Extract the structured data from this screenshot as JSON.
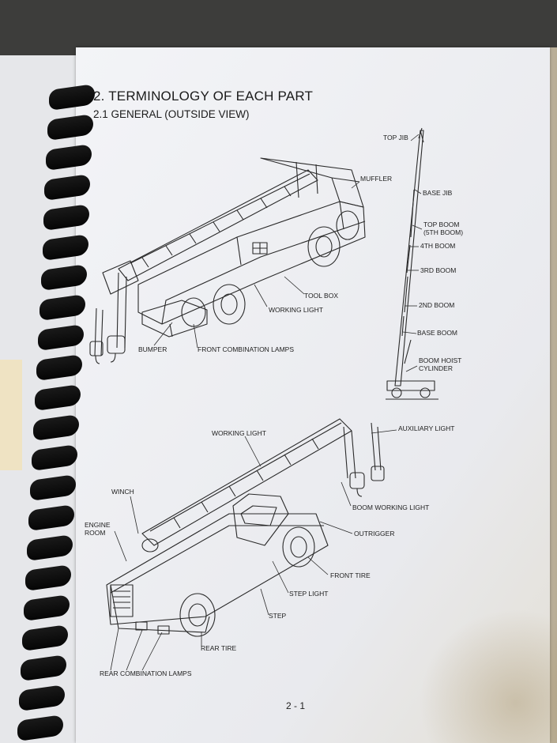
{
  "document": {
    "heading": "2. TERMINOLOGY OF EACH PART",
    "subheading": "2.1 GENERAL (OUTSIDE VIEW)",
    "page_number": "2 - 1"
  },
  "figure_top": {
    "labels": {
      "muffler": "MUFFLER",
      "tool_box": "TOOL BOX",
      "working_light": "WORKING LIGHT",
      "bumper": "BUMPER",
      "front_combination_lamps": "FRONT COMBINATION LAMPS"
    }
  },
  "figure_boom": {
    "labels": {
      "top_jib": "TOP JIB",
      "base_jib": "BASE JIB",
      "top_boom_line1": "TOP BOOM",
      "top_boom_line2": "(5TH BOOM)",
      "boom_4th": "4TH BOOM",
      "boom_3rd": "3RD BOOM",
      "boom_2nd": "2ND BOOM",
      "base_boom": "BASE BOOM",
      "boom_hoist_line1": "BOOM HOIST",
      "boom_hoist_line2": "CYLINDER"
    }
  },
  "figure_bottom": {
    "labels": {
      "working_light": "WORKING LIGHT",
      "auxiliary_light": "AUXILIARY LIGHT",
      "winch": "WINCH",
      "engine_room_line1": "ENGINE",
      "engine_room_line2": "ROOM",
      "boom_working_light": "BOOM WORKING LIGHT",
      "outrigger": "OUTRIGGER",
      "front_tire": "FRONT TIRE",
      "step_light": "STEP LIGHT",
      "step": "STEP",
      "rear_tire": "REAR TIRE",
      "rear_combination_lamps": "REAR COMBINATION LAMPS"
    }
  }
}
